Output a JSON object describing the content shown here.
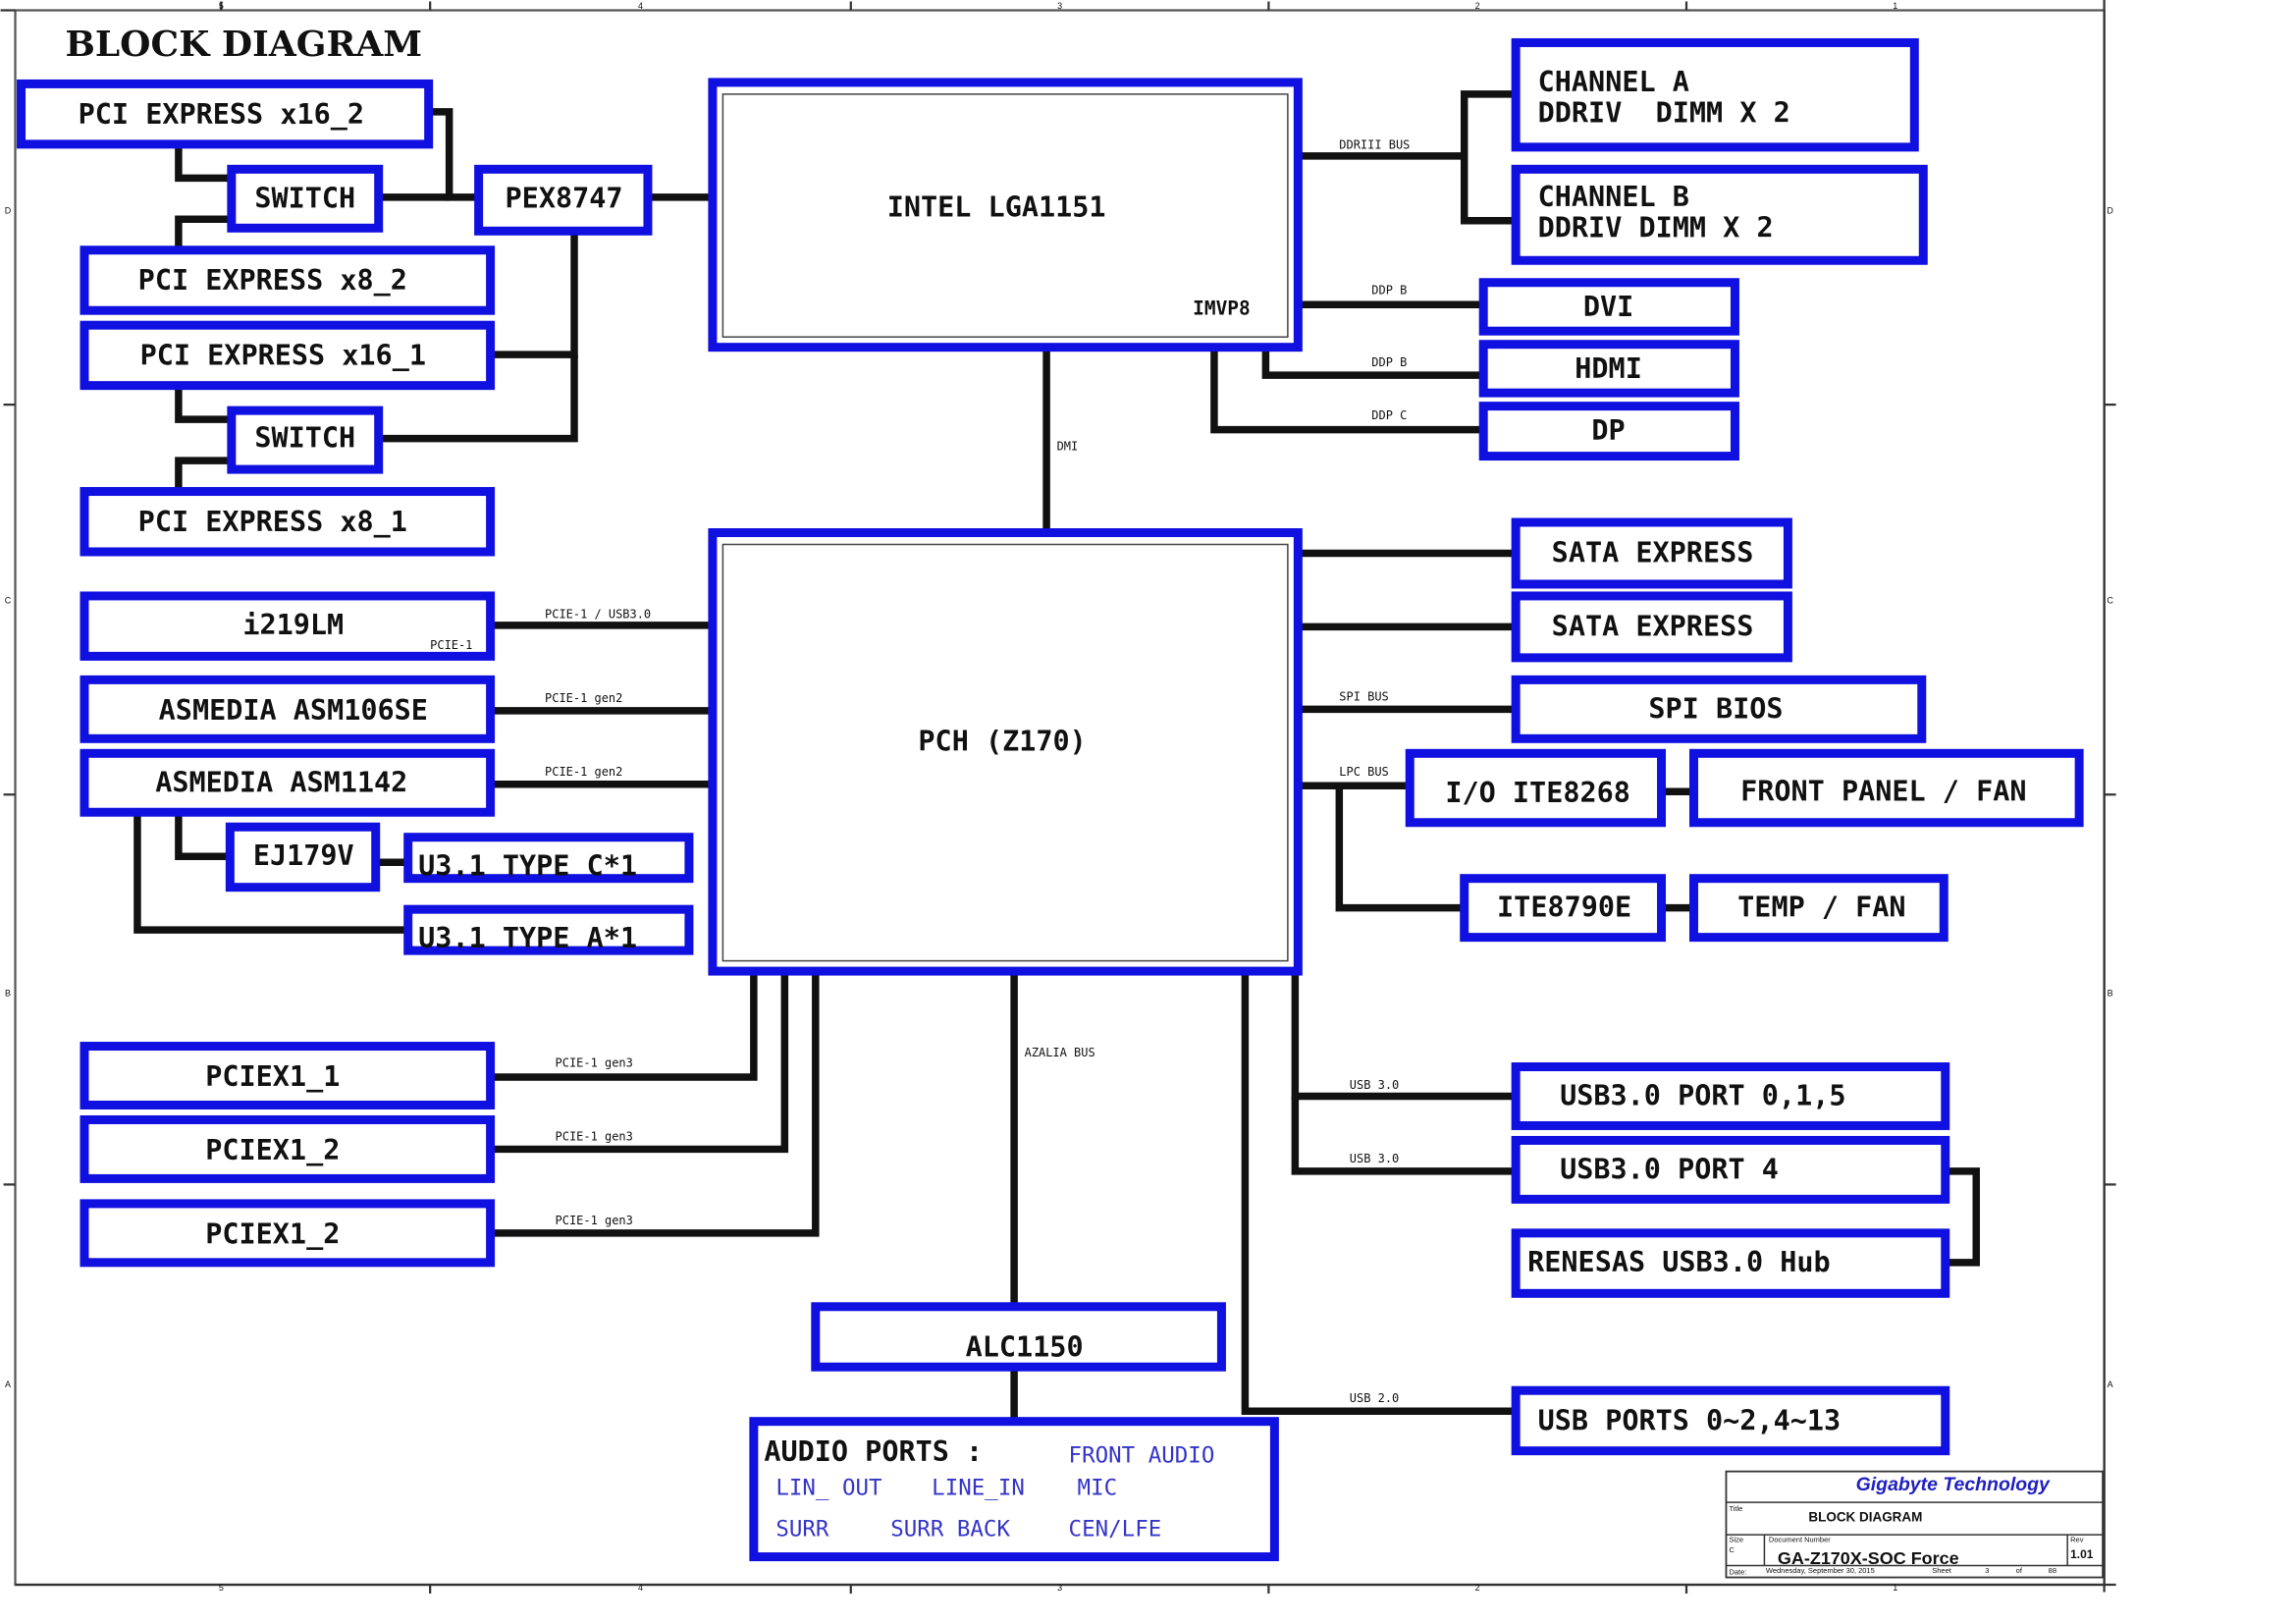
{
  "title": "BLOCK DIAGRAM",
  "blocks": {
    "pcie_x16_2": "PCI EXPRESS x16_2",
    "switch_1": "SWITCH",
    "pex8747": "PEX8747",
    "pcie_x8_2": "PCI EXPRESS x8_2",
    "pcie_x16_1": "PCI EXPRESS x16_1",
    "switch_2": "SWITCH",
    "pcie_x8_1": "PCI EXPRESS x8_1",
    "cpu": "INTEL LGA1151",
    "cpu_vr": "IMVP8",
    "channel_a_line1": "CHANNEL A",
    "channel_a_line2": "DDRIV  DIMM X 2",
    "channel_b_line1": "CHANNEL B",
    "channel_b_line2": "DDRIV DIMM X 2",
    "dvi": "DVI",
    "hdmi": "HDMI",
    "dp": "DP",
    "pch": "PCH (Z170)",
    "i219lm": "i219LM",
    "i219lm_sub": "PCIE-1",
    "asm106se": "ASMEDIA ASM106SE",
    "asm1142": "ASMEDIA ASM1142",
    "ej179v": "EJ179V",
    "u31_type_c": "U3.1 TYPE C*1",
    "u31_type_a": "U3.1 TYPE A*1",
    "sata_express_1": "SATA EXPRESS",
    "sata_express_2": "SATA EXPRESS",
    "spi_bios": "SPI BIOS",
    "io_ite8268": "I/O ITE8268",
    "front_panel_fan": "FRONT PANEL / FAN",
    "ite8790e": "ITE8790E",
    "temp_fan": "TEMP / FAN",
    "pciex1_1": "PCIEX1_1",
    "pciex1_2a": "PCIEX1_2",
    "pciex1_2b": "PCIEX1_2",
    "usb30_port_015": "USB3.0 PORT 0,1,5",
    "usb30_port_4": "USB3.0 PORT 4",
    "renesas_hub": "RENESAS USB3.0 Hub",
    "alc1150": "ALC1150",
    "usb_ports": "USB PORTS 0~2,4~13"
  },
  "audio": {
    "heading": "AUDIO PORTS :",
    "front_audio": "FRONT AUDIO",
    "lin_out": "LIN_ OUT",
    "line_in": "LINE_IN",
    "mic": "MIC",
    "surr": "SURR",
    "surr_back": "SURR BACK",
    "cen_lfe": "CEN/LFE"
  },
  "signals": {
    "ddriii_bus": "DDRIII BUS",
    "ddp_b_1": "DDP B",
    "ddp_b_2": "DDP B",
    "ddp_c": "DDP C",
    "dmi": "DMI",
    "pcie1_usb30": "PCIE-1 / USB3.0",
    "pcie1_gen2_a": "PCIE-1 gen2",
    "pcie1_gen2_b": "PCIE-1 gen2",
    "spi_bus": "SPI BUS",
    "lpc_bus": "LPC BUS",
    "azalia_bus": "AZALIA BUS",
    "pcie1_gen3_a": "PCIE-1 gen3",
    "pcie1_gen3_b": "PCIE-1 gen3",
    "pcie1_gen3_c": "PCIE-1 gen3",
    "usb30_a": "USB 3.0",
    "usb30_b": "USB 3.0",
    "usb20": "USB 2.0"
  },
  "title_block": {
    "company": "Gigabyte Technology",
    "title_label": "Title",
    "title": "BLOCK DIAGRAM",
    "size_label": "Size",
    "size": "C",
    "docnum_label": "Document Number",
    "docnum": "GA-Z170X-SOC Force",
    "rev_label": "Rev",
    "rev": "1.01",
    "date_label": "Date:",
    "date": "Wednesday, September 30, 2015",
    "sheet_label": "Sheet",
    "sheet": "3",
    "of_label": "of",
    "total": "88"
  },
  "border": {
    "col_numbers": [
      "5",
      "4",
      "3",
      "2",
      "1"
    ],
    "row_letters": [
      "D",
      "C",
      "B",
      "A"
    ]
  },
  "colors": {
    "block_outline": "#1010e0",
    "audio_text": "#3434c8",
    "company": "#2020c0"
  }
}
